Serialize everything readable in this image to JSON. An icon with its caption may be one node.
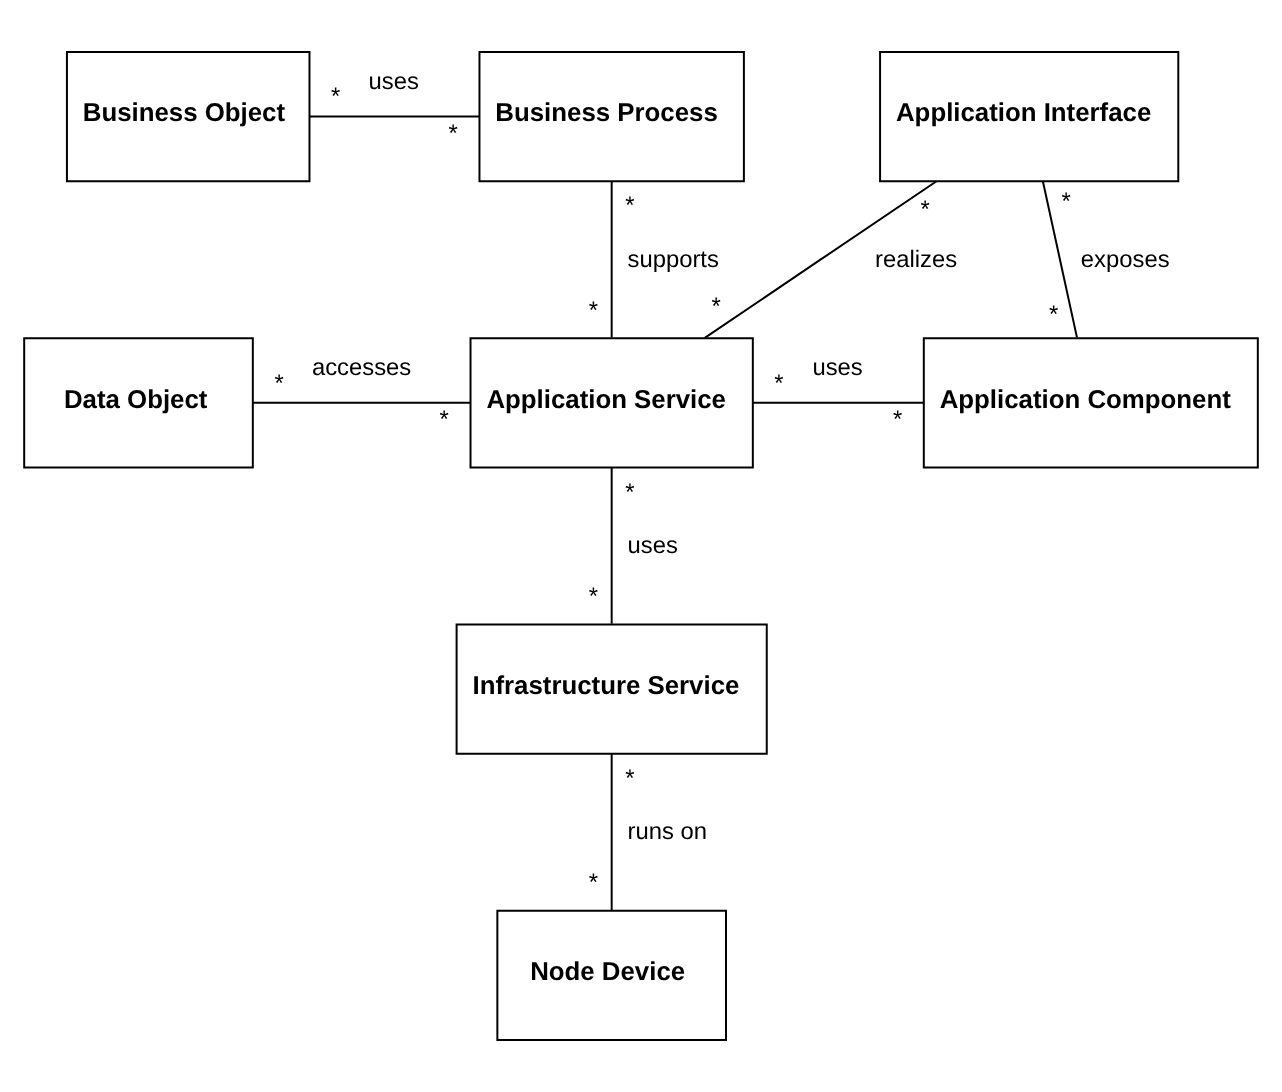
{
  "diagram": {
    "nodes": [
      {
        "text": [
          "Business Object"
        ]
      },
      {
        "text": [
          "Business Process"
        ]
      },
      {
        "text": [
          "Application Interface"
        ]
      },
      {
        "text": [
          "Data Object"
        ]
      },
      {
        "text": [
          "Application Service"
        ]
      },
      {
        "text": [
          "Application Component"
        ]
      },
      {
        "text": [
          "Infrastructure Service"
        ]
      },
      {
        "text": [
          "Node Device"
        ]
      }
    ],
    "edges": [
      {
        "from": 0,
        "to": 1,
        "arrow": "none",
        "label": "uses"
      },
      {
        "from": 1,
        "to": 4,
        "arrow": "none",
        "label": "supports"
      },
      {
        "from": 3,
        "to": 4,
        "arrow": "none",
        "label": "accesses"
      },
      {
        "from": 4,
        "to": 2,
        "arrow": "none",
        "label": "realizes"
      },
      {
        "from": 2,
        "to": 5,
        "arrow": "none",
        "label": "exposes"
      },
      {
        "from": 4,
        "to": 5,
        "arrow": "none",
        "label": "uses"
      },
      {
        "from": 4,
        "to": 6,
        "arrow": "none",
        "label": "uses"
      },
      {
        "from": 6,
        "to": 7,
        "arrow": "none",
        "label": "runs on"
      }
    ],
    "labels": [
      "*",
      "*",
      "*",
      "*",
      "*",
      "*",
      "*",
      "*",
      "*",
      "*",
      "*",
      "*",
      "*",
      "*",
      "*",
      "*"
    ]
  }
}
